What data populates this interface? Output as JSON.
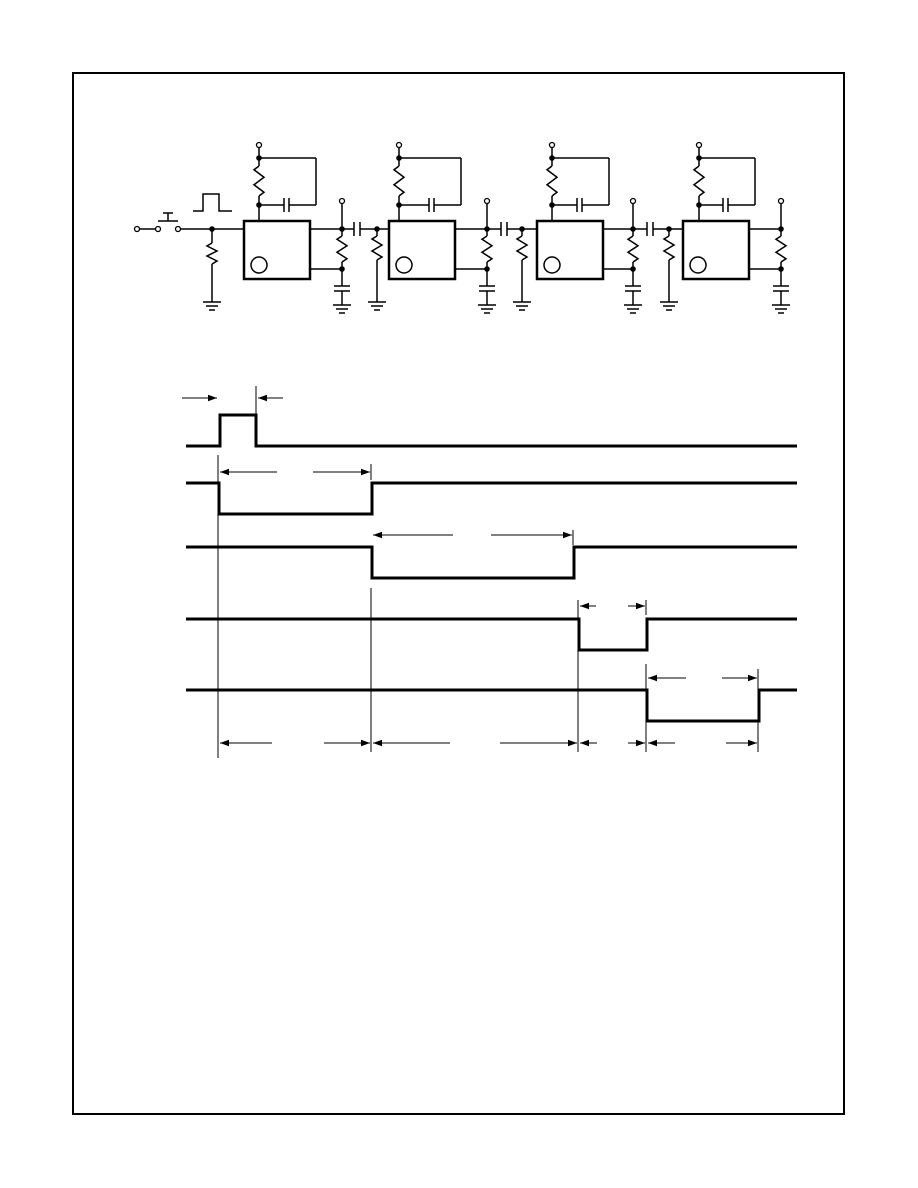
{
  "colors": {
    "ink": "#000000",
    "paper": "#ffffff"
  },
  "stages": [
    {
      "id": 1,
      "ground_resistor": "yes"
    },
    {
      "id": 2,
      "ground_resistor": "yes"
    },
    {
      "id": 3,
      "ground_resistor": "yes"
    },
    {
      "id": 4,
      "ground_resistor": "yes"
    }
  ],
  "waveforms": [
    {
      "id": "trigger",
      "polarity": "positive-pulse"
    },
    {
      "id": "stage1-output",
      "polarity": "negative-pulse"
    },
    {
      "id": "stage2-output",
      "polarity": "negative-pulse"
    },
    {
      "id": "stage3-output",
      "polarity": "negative-pulse"
    },
    {
      "id": "stage4-output",
      "polarity": "negative-pulse"
    }
  ],
  "icons": [
    "push-button-switch",
    "pulse-symbol",
    "resistor",
    "capacitor",
    "ground"
  ]
}
